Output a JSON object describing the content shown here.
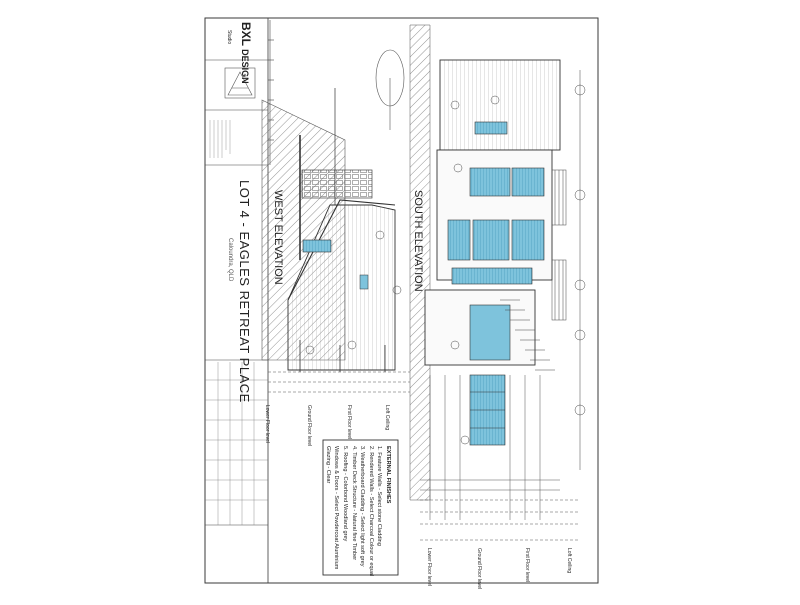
{
  "firm": {
    "logo_lines": [
      "BXL",
      "DESIGN"
    ],
    "logo_sub": "Studio"
  },
  "title_block": {
    "project_title": "LOT 4 - EAGLES RETREAT PLACE",
    "project_sub": "Caloundra, QLD"
  },
  "views": {
    "west": "WEST ELEVATION",
    "south": "SOUTH ELEVATION"
  },
  "levels": {
    "west": [
      "Loft Ceiling",
      "First Floor level",
      "Ground Floor level",
      "Lower Floor level"
    ],
    "south": [
      "Loft Ceiling",
      "First Floor level",
      "Ground Floor level",
      "Lower Floor level"
    ]
  },
  "finishes": {
    "heading": "EXTERNAL FINISHES",
    "items": [
      "1. Feature Walls - Select stone Cladding",
      "2. Rendered Walls - Select Charcoal Colour or equal",
      "3. Weatherboard Cladding - Select light soft grey",
      "4. Timber Deck Structure - Natural fine Timber",
      "5. Roofing - Colorbond Woodland grey",
      "Windows & Doors - Select Powdercoat Aluminium",
      "Glazing - Clear"
    ]
  },
  "colors": {
    "line": "#3a3a3a",
    "glass": "#7ec3dc",
    "glass_dark": "#4a9fc0",
    "hatch": "#555555"
  }
}
